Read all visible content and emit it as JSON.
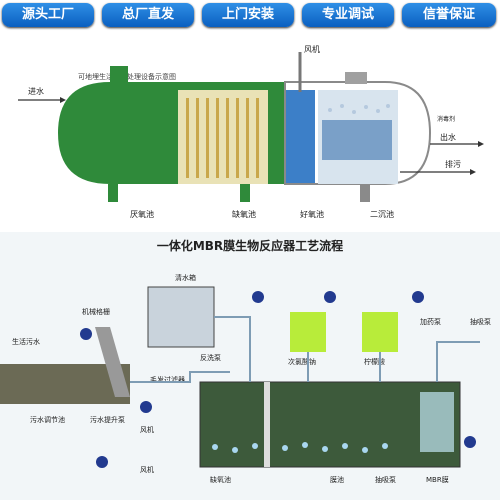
{
  "badges": [
    {
      "label": "源头工厂"
    },
    {
      "label": "总厂直发"
    },
    {
      "label": "上门安装"
    },
    {
      "label": "专业调试"
    },
    {
      "label": "信誉保证"
    }
  ],
  "tank_diagram": {
    "subtitle": "可地埋生活污水处理设备示意图",
    "labels": {
      "inlet": "进水",
      "blower": "风机",
      "disinfect": "消毒剂",
      "outlet": "出水",
      "sludge": "排污",
      "anaerobic": "厌氧池",
      "anoxic": "缺氧池",
      "aerobic": "好氧池",
      "secondary": "二沉池"
    }
  },
  "mbr_diagram": {
    "title": "一体化MBR膜生物反应器工艺流程",
    "labels": {
      "screen": "机械格栅",
      "sewage": "生活污水",
      "regulating": "污水调节池",
      "lift_pump": "污水提升泵",
      "clear_tank": "清水箱",
      "backwash": "反洗泵",
      "hypochlorite": "次氯酸钠",
      "citric": "柠檬酸",
      "dosing1": "加药泵",
      "dosing2": "抽吸泵",
      "hair_filter": "毛发过滤器",
      "blower1": "风机",
      "blower2": "风机",
      "anoxic": "缺氧池",
      "mbr_tank": "膜池",
      "suction": "抽吸泵",
      "membrane": "MBR膜"
    }
  }
}
